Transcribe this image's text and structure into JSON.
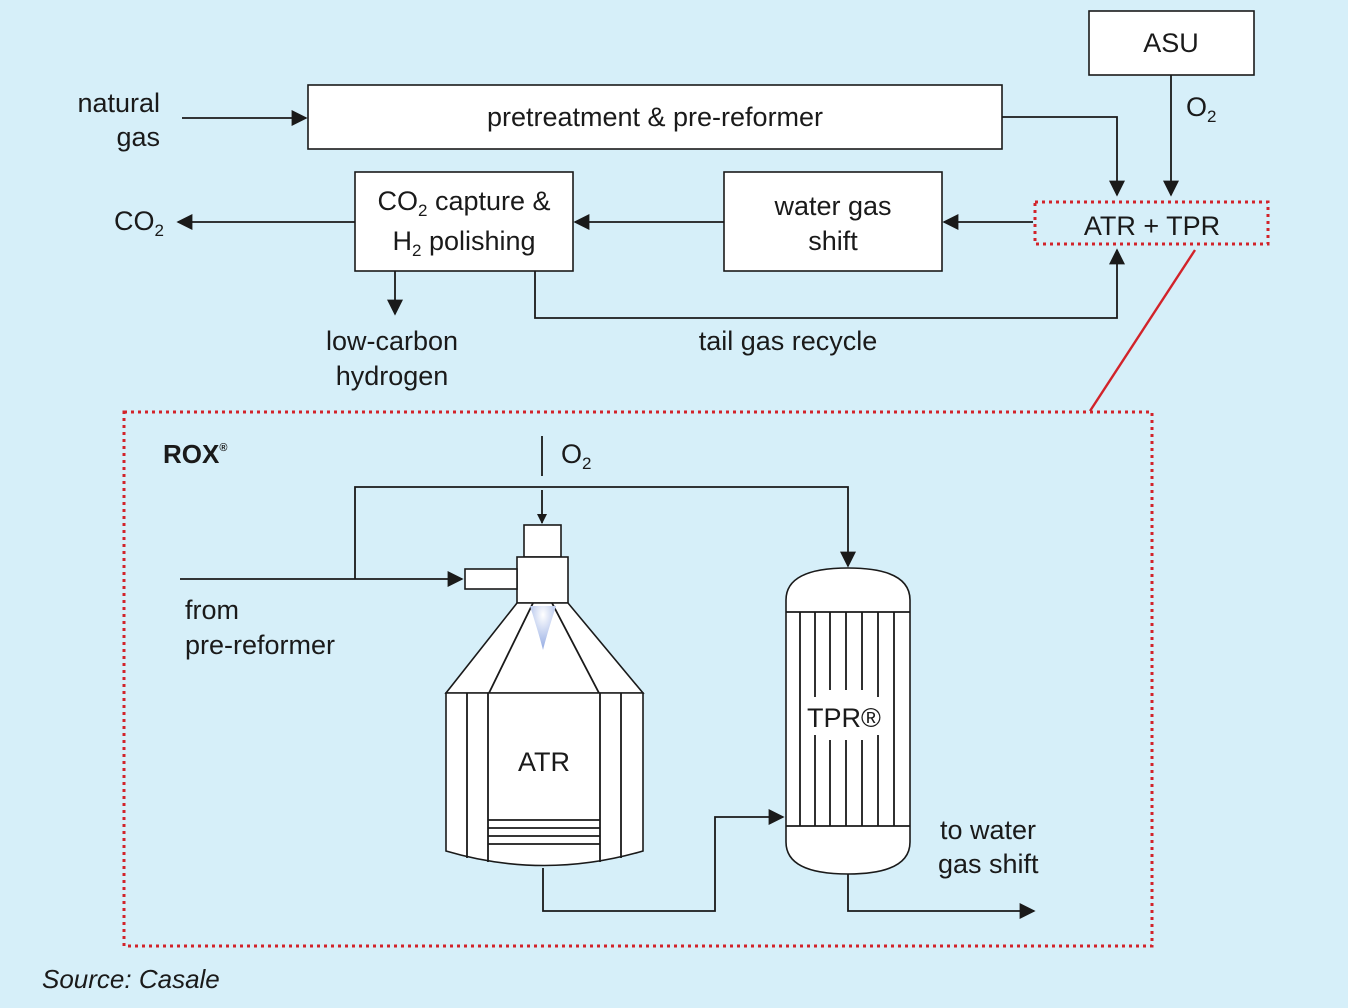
{
  "inputs": {
    "natural_gas_line1": "natural",
    "natural_gas_line2": "gas"
  },
  "boxes": {
    "asu": "ASU",
    "pretreatment": "pretreatment & pre-reformer",
    "co2_capture_line1_a": "CO",
    "co2_capture_line1_sub": "2",
    "co2_capture_line1_b": " capture &",
    "co2_capture_line2_a": "H",
    "co2_capture_line2_sub": "2",
    "co2_capture_line2_b": " polishing",
    "water_gas_shift_line1": "water gas",
    "water_gas_shift_line2": "shift",
    "atr_tpr": "ATR + TPR"
  },
  "labels": {
    "o2_top_a": "O",
    "o2_top_sub": "2",
    "co2_out_a": "CO",
    "co2_out_sub": "2",
    "low_carbon_line1": "low-carbon",
    "low_carbon_line2": "hydrogen",
    "tail_gas": "tail gas recycle"
  },
  "detail": {
    "title": "ROX",
    "title_mark": "®",
    "o2_a": "O",
    "o2_sub": "2",
    "from_line1": "from",
    "from_line2": "pre-reformer",
    "atr": "ATR",
    "tpr": "TPR®",
    "to_line1": "to water",
    "to_line2": "gas shift"
  },
  "source": "Source: Casale",
  "colors": {
    "background": "#d6eff9",
    "dotted_highlight": "#d2232a",
    "flame": "#9fb4e6"
  }
}
